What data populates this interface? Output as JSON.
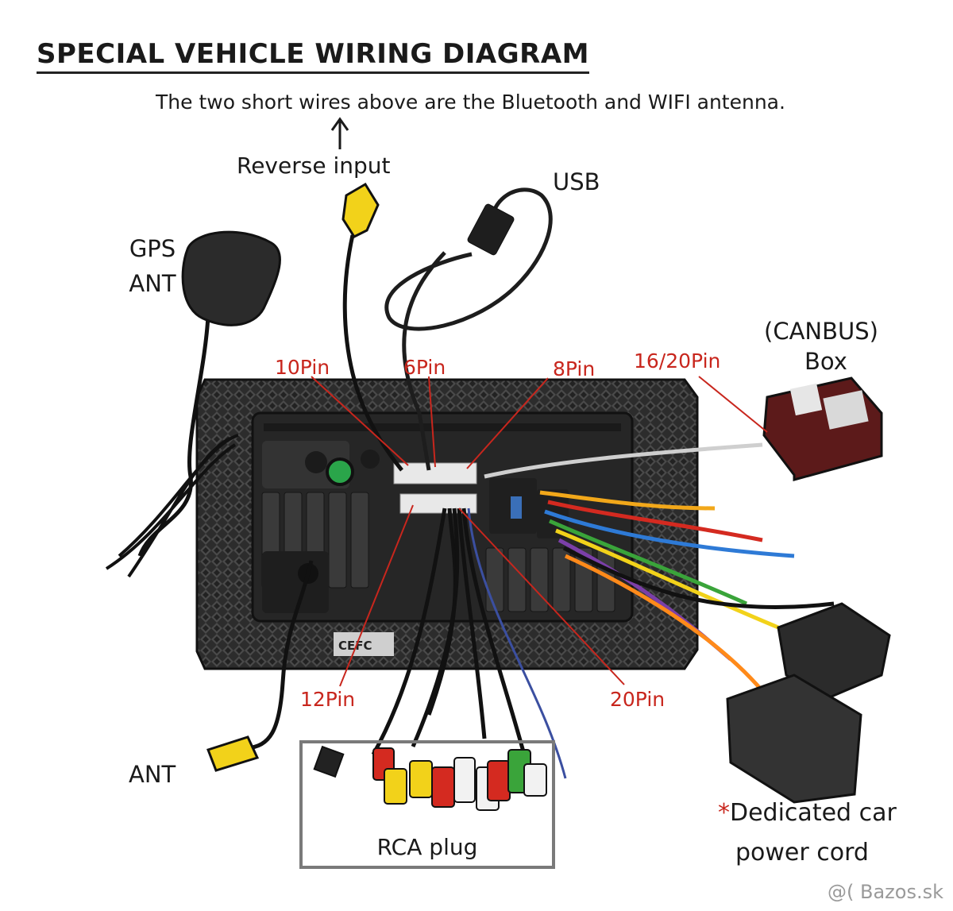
{
  "title": "SPECIAL VEHICLE WIRING DIAGRAM",
  "subtitle": "The two short wires above are the Bluetooth  and  WIFI antenna.",
  "labels": {
    "reverse_input": "Reverse input",
    "usb": "USB",
    "gps_line1": "GPS",
    "gps_line2": "ANT",
    "canbus_line1": "(CANBUS)",
    "canbus_line2": "Box",
    "ant": "ANT",
    "rca_plug": "RCA plug",
    "power_star": "*",
    "power_line1": "Dedicated car",
    "power_line2": "power cord"
  },
  "pins": {
    "p10": "10Pin",
    "p6": "6Pin",
    "p8": "8Pin",
    "p16_20": "16/20Pin",
    "p12": "12Pin",
    "p20": "20Pin"
  },
  "unit_mark": "CEFC",
  "watermark": "@( Bazos.sk",
  "colors": {
    "label_red": "#c8261d",
    "rca_red": "#d42a20",
    "rca_yellow": "#f2d21a",
    "rca_white": "#f2f2f2",
    "rca_green": "#3aa43a",
    "frame_gray": "#7a7a7a"
  }
}
